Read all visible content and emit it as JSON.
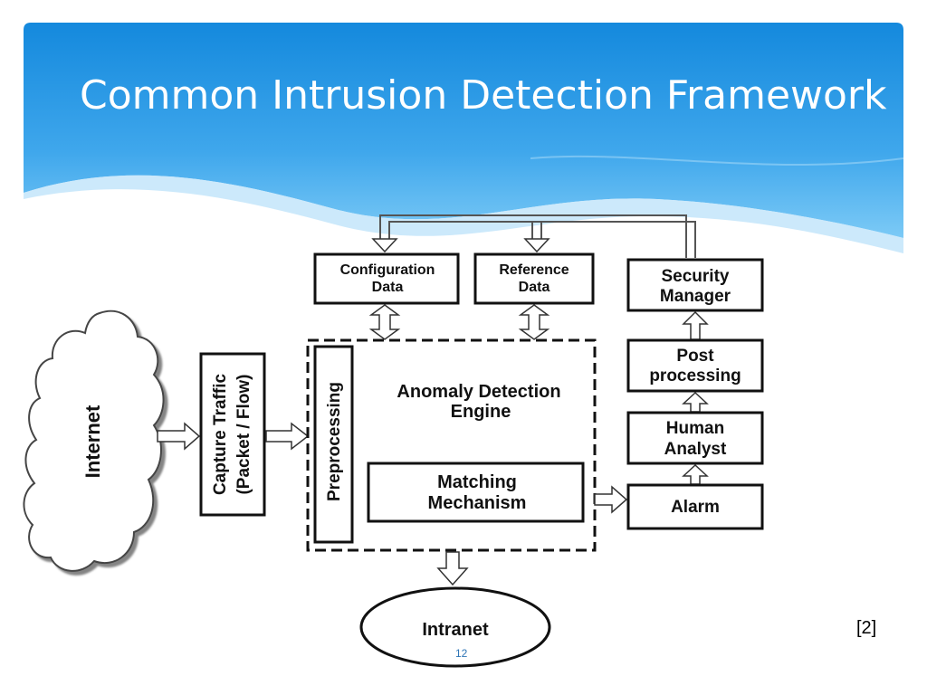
{
  "slide": {
    "title": "Common Intrusion Detection Framework",
    "reference": "[2]",
    "page_number": "12"
  },
  "diagram": {
    "internet": "Internet",
    "capture_traffic": [
      "Capture Traffic",
      "(Packet / Flow)"
    ],
    "preprocessing": "Preprocessing",
    "configuration_data": [
      "Configuration",
      "Data"
    ],
    "reference_data": [
      "Reference",
      "Data"
    ],
    "anomaly_engine": [
      "Anomaly Detection",
      "Engine"
    ],
    "matching_mechanism": [
      "Matching",
      "Mechanism"
    ],
    "security_manager": [
      "Security",
      "Manager"
    ],
    "post_processing": [
      "Post",
      "processing"
    ],
    "human_analyst": [
      "Human",
      "Analyst"
    ],
    "alarm": "Alarm",
    "intranet": "Intranet"
  },
  "colors": {
    "header_top": "#1a8fe0",
    "header_bottom": "#64bff3",
    "wave_light": "#bfe3fa",
    "title_text": "#ffffff",
    "page_number": "#2e75b6"
  }
}
